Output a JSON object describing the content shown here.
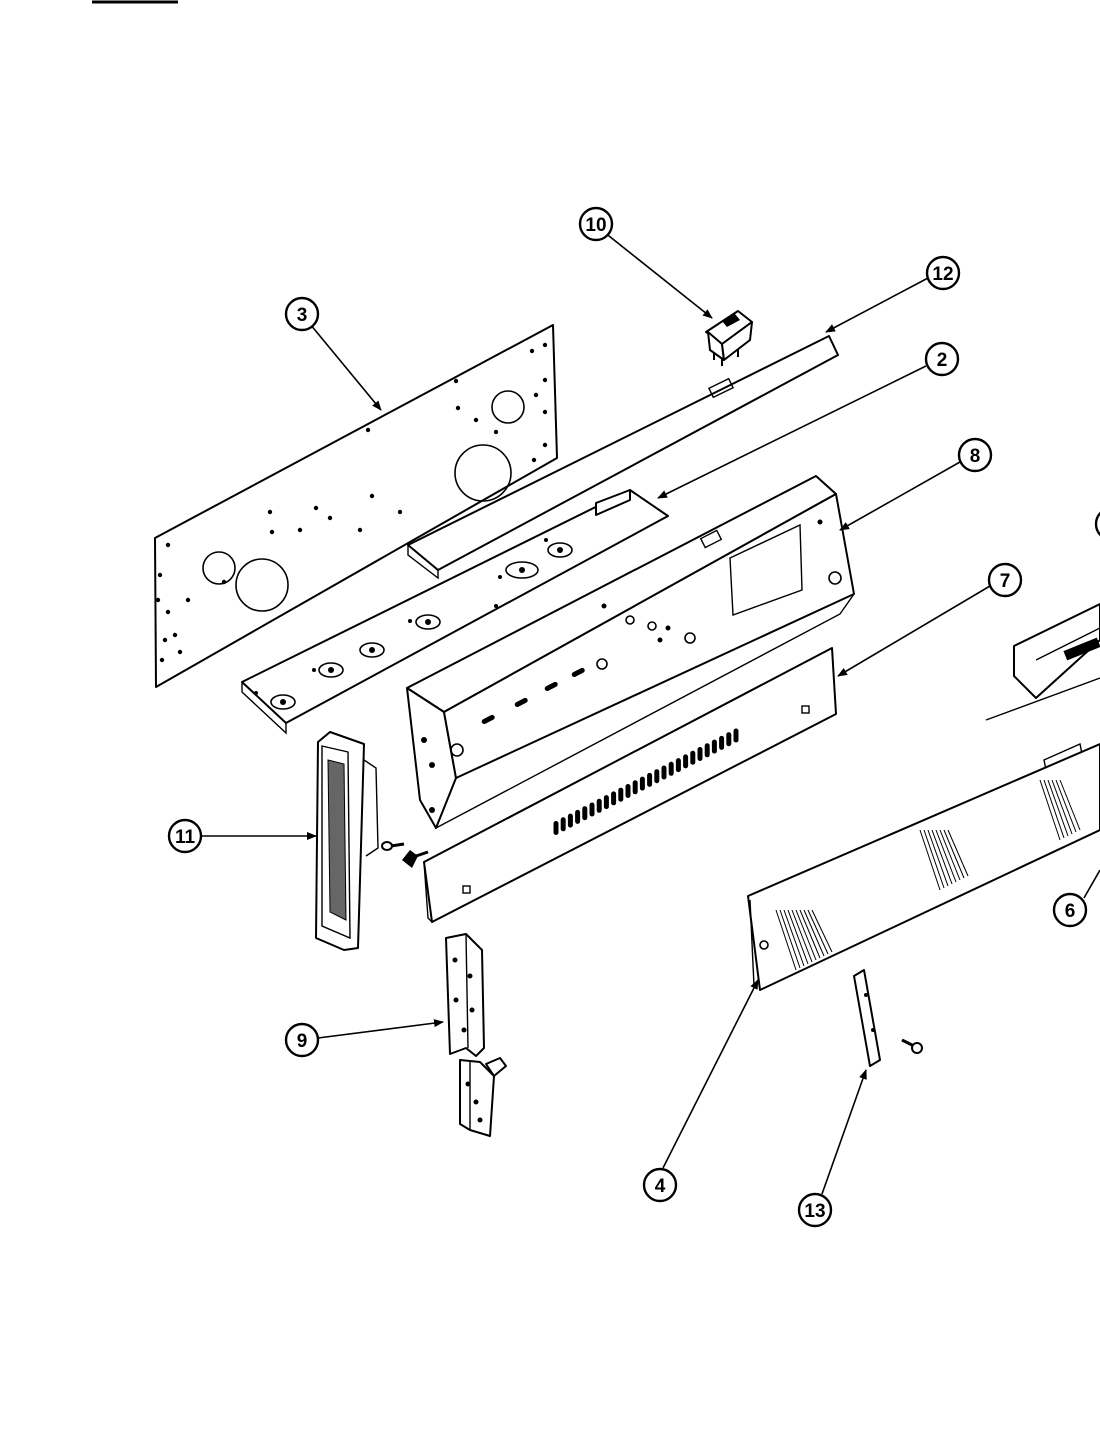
{
  "callouts": [
    {
      "id": "10",
      "label": "10"
    },
    {
      "id": "12",
      "label": "12"
    },
    {
      "id": "3",
      "label": "3"
    },
    {
      "id": "2",
      "label": "2"
    },
    {
      "id": "8",
      "label": "8"
    },
    {
      "id": "7",
      "label": "7"
    },
    {
      "id": "11",
      "label": "11"
    },
    {
      "id": "6",
      "label": "6"
    },
    {
      "id": "9",
      "label": "9"
    },
    {
      "id": "4",
      "label": "4"
    },
    {
      "id": "13",
      "label": "13"
    }
  ]
}
